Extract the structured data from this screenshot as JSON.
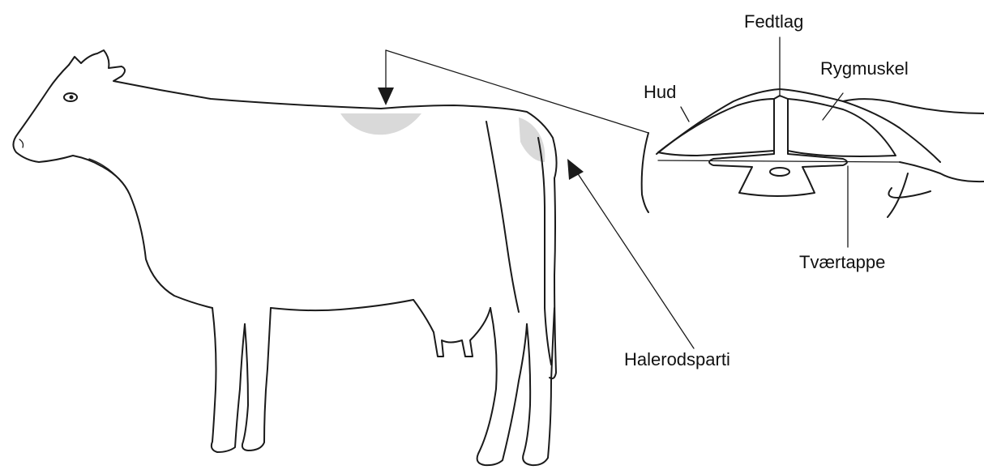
{
  "labels": {
    "fedtlag": "Fedtlag",
    "rygmuskel": "Rygmuskel",
    "hud": "Hud",
    "tvaertappe": "Tværtappe",
    "halerodsparti": "Halerodsparti"
  },
  "colors": {
    "line": "#1a1a1a",
    "highlight": "#d9d9d9",
    "background": "#ffffff"
  }
}
